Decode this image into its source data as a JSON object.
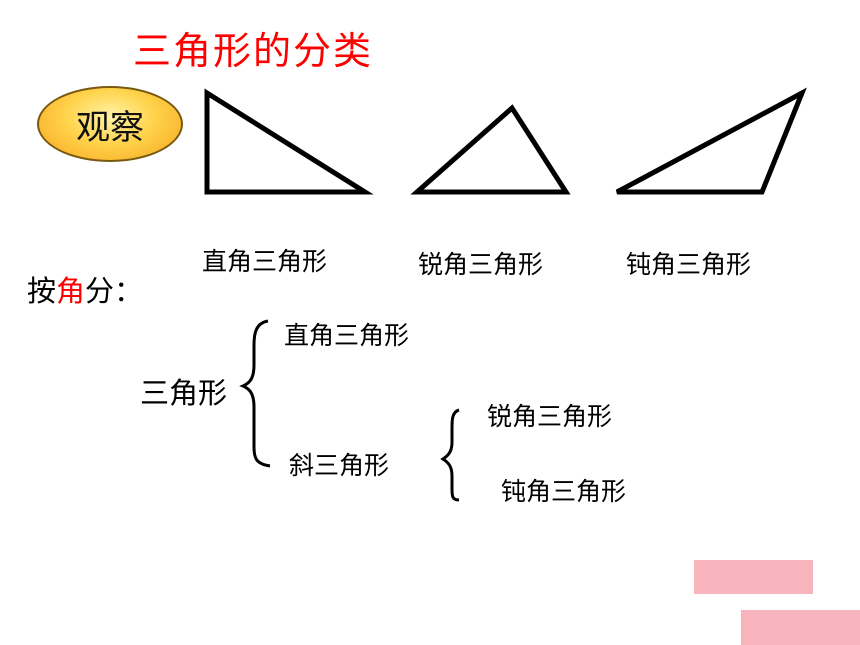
{
  "title": "三角形的分类",
  "observe_label": "观察",
  "triangles": [
    {
      "label": "直角三角形"
    },
    {
      "label": "锐角三角形"
    },
    {
      "label": "钝角三角形"
    }
  ],
  "classify": {
    "prefix": "按",
    "highlight": "角",
    "suffix": "分：",
    "root": "三角形",
    "right": "直角三角形",
    "oblique": "斜三角形",
    "acute": "锐角三角形",
    "obtuse": "钝角三角形"
  },
  "colors": {
    "title": "#ff0000",
    "highlight": "#ff0000",
    "nav_button": "#f8b4bd"
  }
}
